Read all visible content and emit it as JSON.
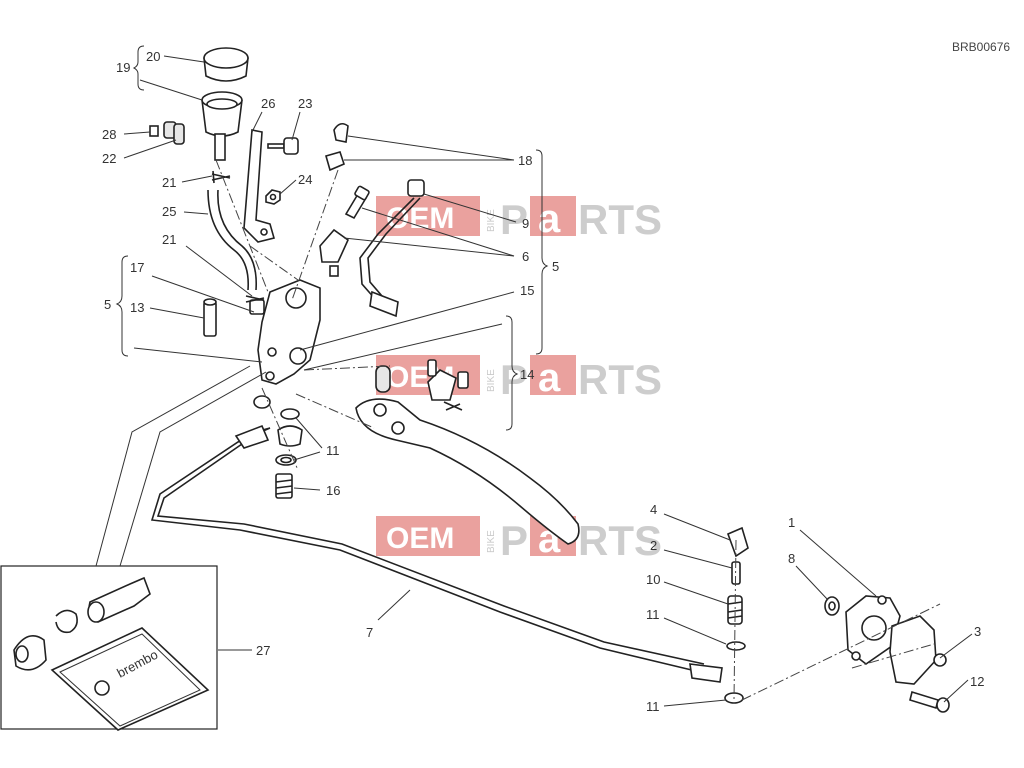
{
  "drawing_code": "BRB00676",
  "callouts": {
    "c1": "1",
    "c2": "2",
    "c3": "3",
    "c4": "4",
    "c5a": "5",
    "c5b": "5",
    "c6": "6",
    "c7": "7",
    "c8": "8",
    "c9": "9",
    "c10": "10",
    "c11a": "11",
    "c11b": "11",
    "c11c": "11",
    "c12": "12",
    "c13": "13",
    "c14": "14",
    "c15": "15",
    "c16": "16",
    "c17": "17",
    "c18": "18",
    "c19": "19",
    "c20": "20",
    "c21a": "21",
    "c21b": "21",
    "c22": "22",
    "c23": "23",
    "c24": "24",
    "c25": "25",
    "c26": "26",
    "c27": "27",
    "c28": "28"
  },
  "watermark": {
    "oem": "OEM",
    "bike": "BIKE",
    "parts_a": "P",
    "parts_b": "a",
    "parts_c": "RTS"
  },
  "kit_brand": "brembo",
  "colors": {
    "watermark_red": "#d9534f",
    "watermark_grey": "#bdbdbd",
    "line": "#333333"
  }
}
